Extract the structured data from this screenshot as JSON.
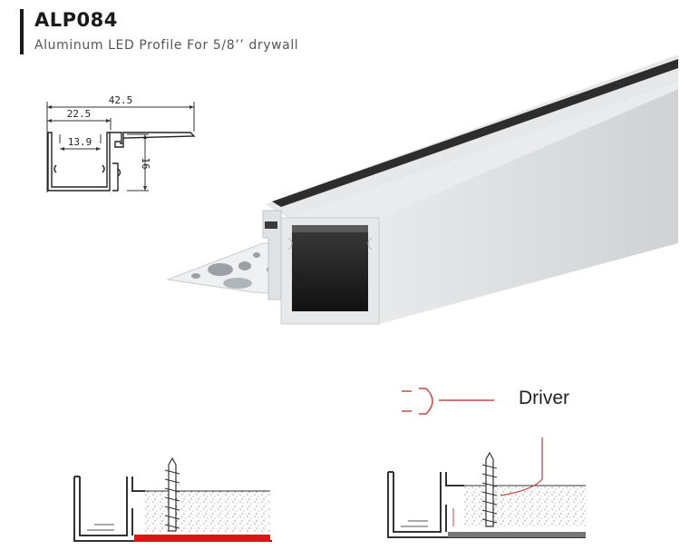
{
  "product": {
    "code": "ALP084",
    "description": "Aluminum LED Profile For 5/8’’ drywall"
  },
  "dimensions": {
    "total_width": "42.5",
    "channel_width": "22.5",
    "inner_width": "13.9",
    "height": "16"
  },
  "install": {
    "driver_label": "Driver"
  },
  "colors": {
    "outline": "#333333",
    "highlight": "#e01414",
    "wire": "#c44a4a",
    "aluminum": "#e4e6e8"
  }
}
